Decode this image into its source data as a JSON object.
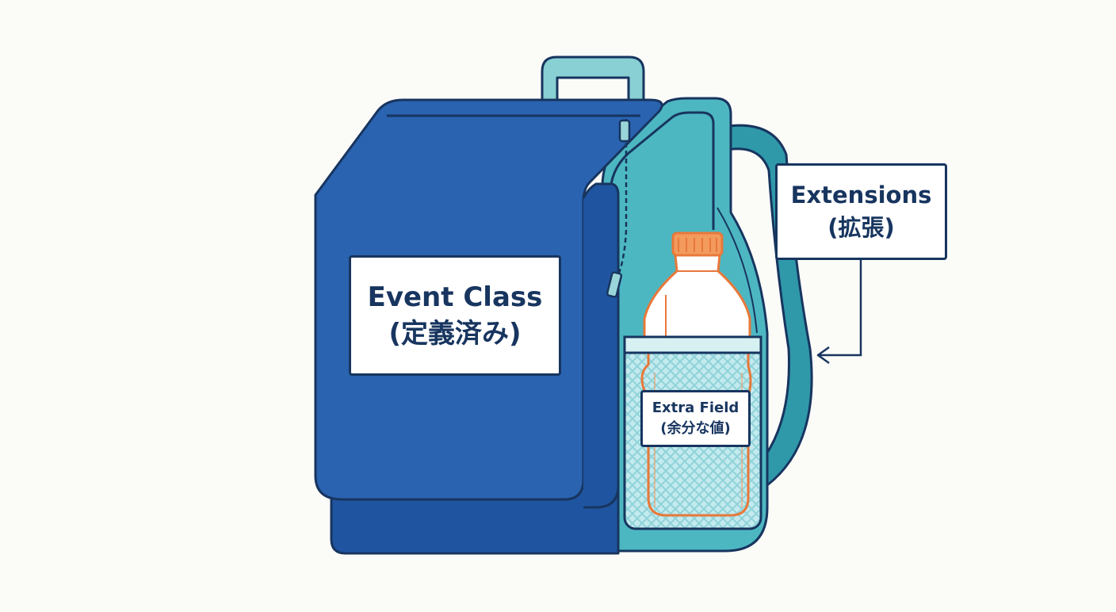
{
  "diagram": {
    "event_class": {
      "title": "Event Class",
      "subtitle": "(定義済み)"
    },
    "extensions": {
      "title": "Extensions",
      "subtitle": "(拡張)"
    },
    "extra_field": {
      "title": "Extra Field",
      "subtitle": "(余分な値)"
    }
  },
  "colors": {
    "background": "#fbfbf8",
    "outline": "#17355f",
    "bag_blue": "#2a63b0",
    "bag_blue_dark": "#1f55a0",
    "side_teal": "#4db7c1",
    "side_teal_dark": "#3aa2ad",
    "bottle_orange": "#e8783a",
    "mesh_teal": "#a9dfe3"
  },
  "icons": [
    "backpack-icon",
    "water-bottle-icon",
    "zipper-pull-icon",
    "arrow-icon"
  ]
}
